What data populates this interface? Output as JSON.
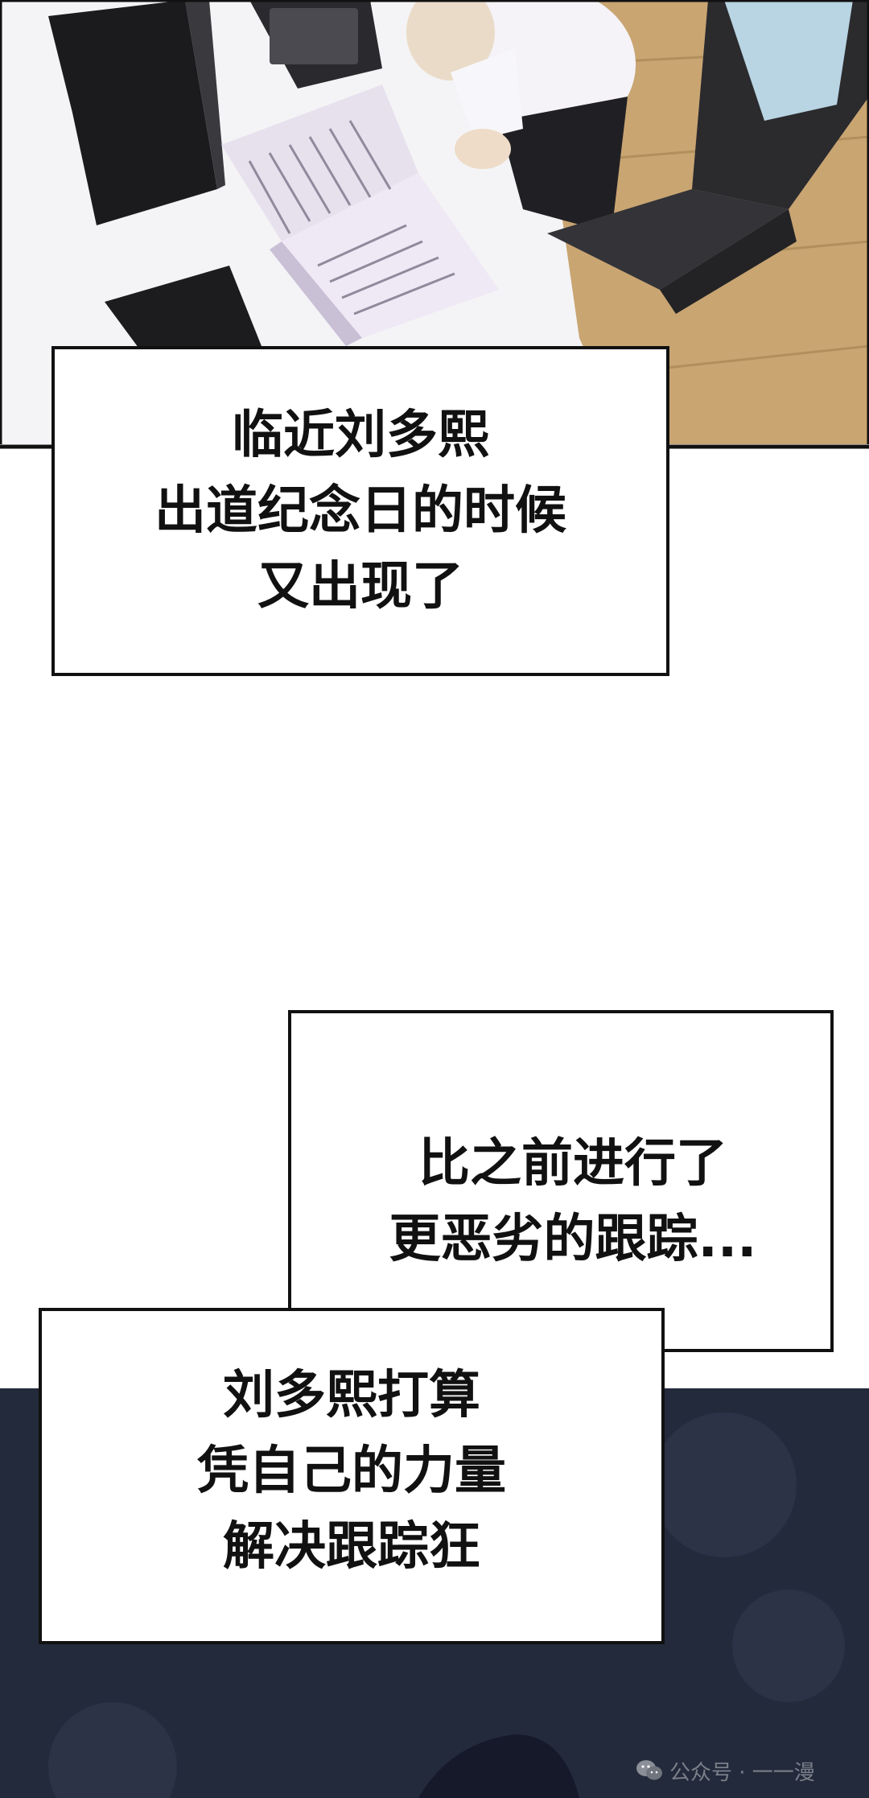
{
  "captions": {
    "first": {
      "lines": [
        "临近刘多熙",
        "出道纪念日的时候",
        "又出现了"
      ]
    },
    "second": {
      "lines": [
        "比之前进行了",
        "更恶劣的跟踪..."
      ]
    },
    "third": {
      "lines": [
        "刘多熙打算",
        "凭自己的力量",
        "解决跟踪狂"
      ]
    }
  },
  "watermark": {
    "icon": "wechat-icon",
    "text": "公众号 · 一一漫"
  },
  "colors": {
    "caption_border": "#111111",
    "night_background": "#1e2433",
    "floor_wood": "#c9a572"
  }
}
